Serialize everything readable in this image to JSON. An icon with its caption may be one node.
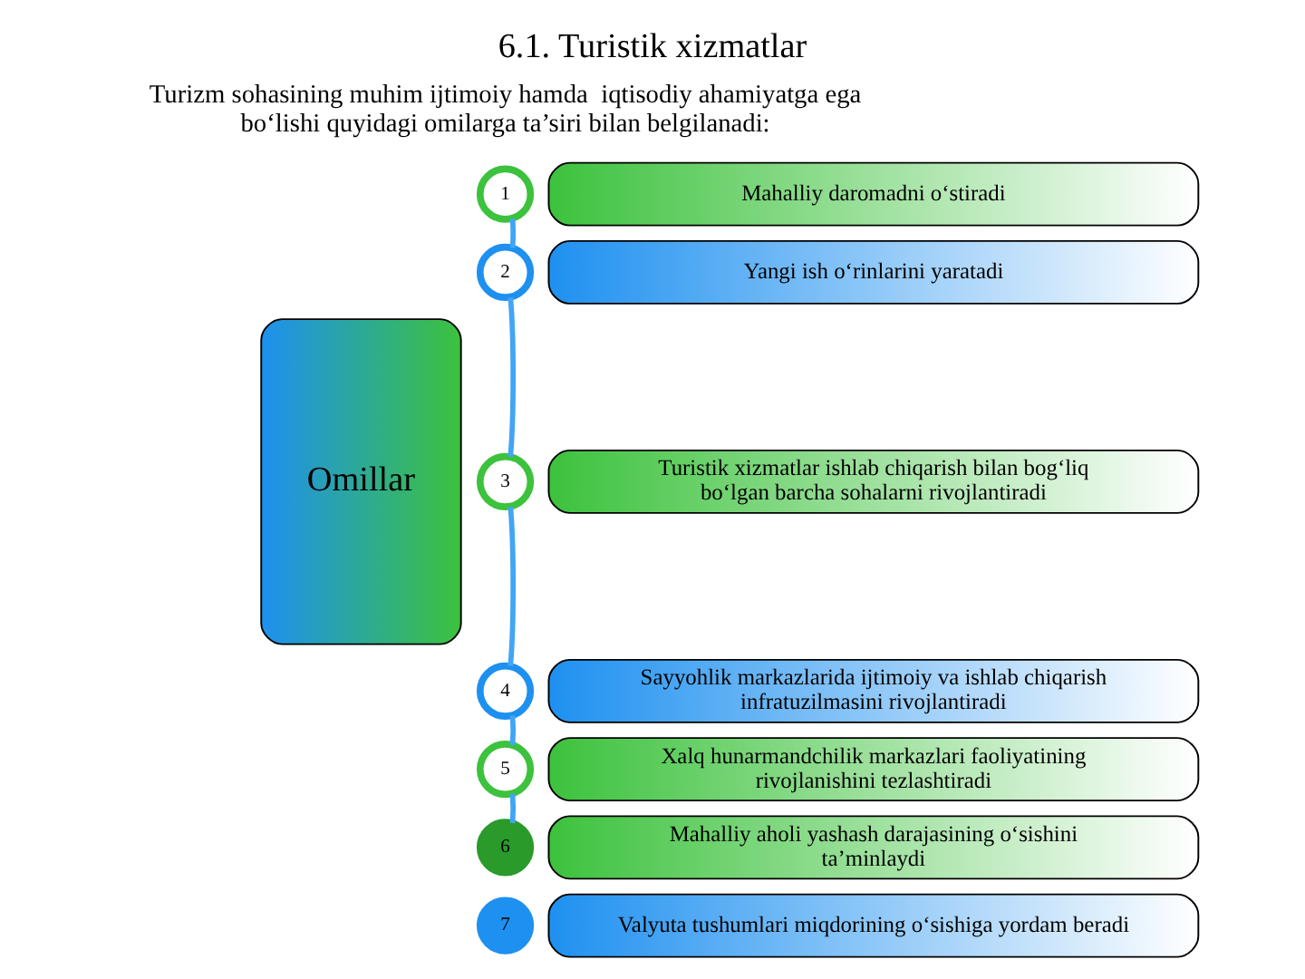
{
  "diagram": {
    "title": "6.1. Turistik xizmatlar",
    "nodes": [
      {
        "text": [
          "Omillar"
        ]
      },
      {
        "text": [
          "1"
        ]
      },
      {
        "text": [
          "Mahalliy daromadni o‘stiradi"
        ]
      },
      {
        "text": [
          "2"
        ]
      },
      {
        "text": [
          "Yangi ish o‘rinlarini yaratadi"
        ]
      },
      {
        "text": [
          "3"
        ]
      },
      {
        "text": [
          "Turistik xizmatlar ishlab chiqarish bilan bog‘liq bo‘lgan barcha sohalarni rivojlantiradi"
        ]
      },
      {
        "text": [
          "4"
        ]
      },
      {
        "text": [
          "Sayyohlik markazlarida ijtimoiy va ishlab chiqarish infratuzilmasini rivojlantiradi"
        ]
      },
      {
        "text": [
          "5"
        ]
      },
      {
        "text": [
          "Xalq hunarmandchilik markazlari faoliyatining rivojlanishini tezlashtiradi"
        ]
      },
      {
        "text": [
          "6"
        ]
      },
      {
        "text": [
          "Mahalliy aholi yashash darajasining o‘sishini ta’minlaydi"
        ]
      },
      {
        "text": [
          "7"
        ]
      },
      {
        "text": [
          "Valyuta tushumlari miqdorining o‘sishiga yordam beradi"
        ]
      }
    ],
    "edges": [
      {
        "from": 1,
        "to": 3,
        "arrow": "none",
        "color": "#42a5f5"
      },
      {
        "from": 3,
        "to": 5,
        "arrow": "none",
        "color": "#42a5f5"
      },
      {
        "from": 5,
        "to": 7,
        "arrow": "none",
        "color": "#42a5f5"
      },
      {
        "from": 7,
        "to": 9,
        "arrow": "none",
        "color": "#42a5f5"
      },
      {
        "from": 9,
        "to": 11,
        "arrow": "none",
        "color": "#42a5f5"
      }
    ],
    "labels": [
      "Turizm sohasining muhim ijtimoiy hamda  iqtisodiy ahamiyatga ega bo‘lishi quyidagi omilarga ta’siri bilan belgilanadi:"
    ]
  }
}
